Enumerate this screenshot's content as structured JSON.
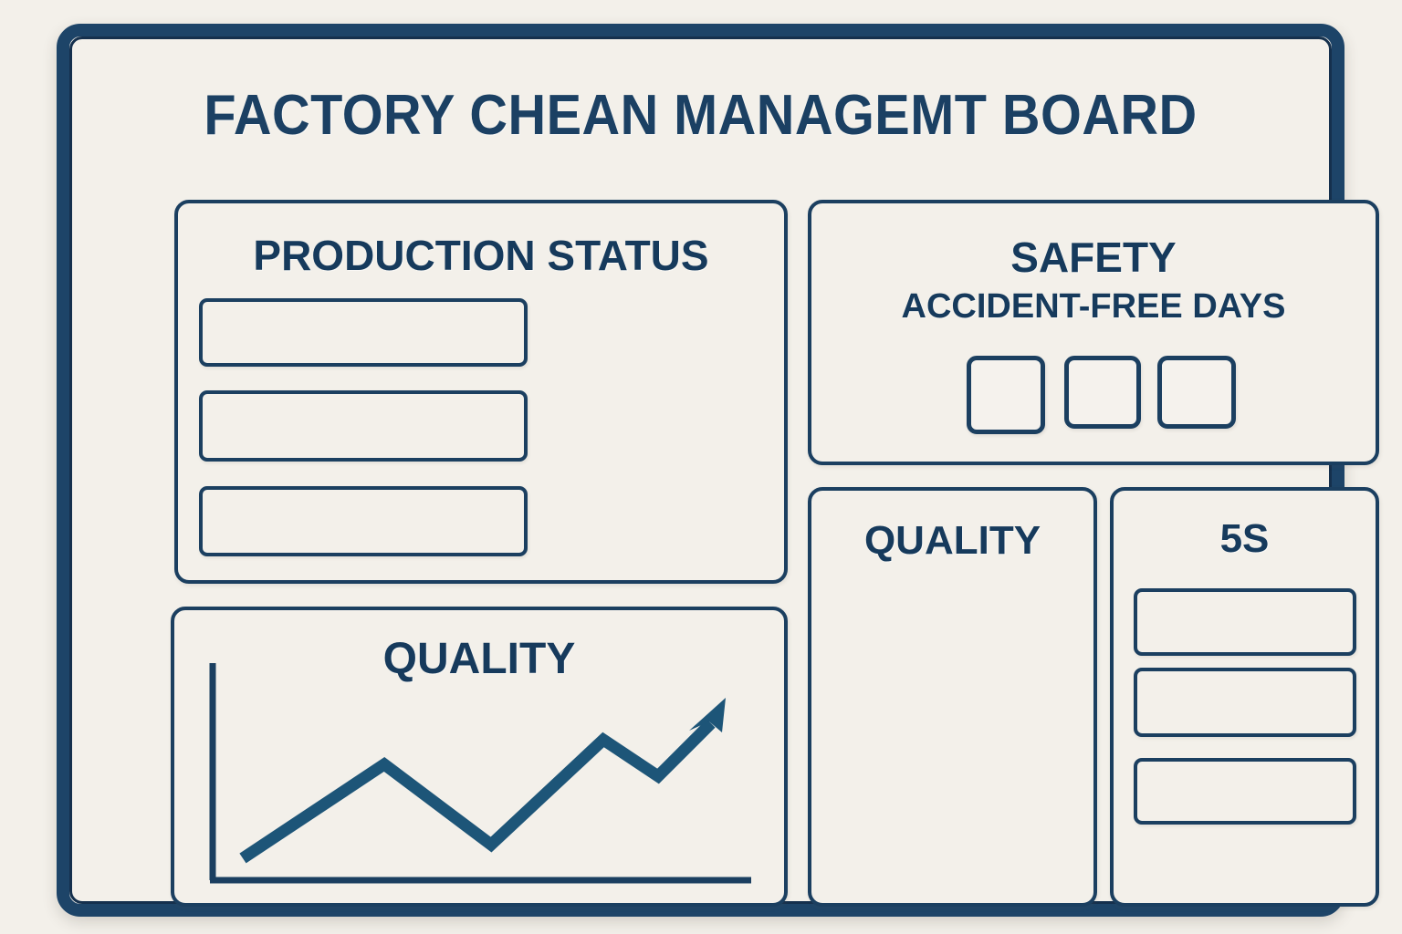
{
  "board": {
    "title": "FACTORY CHEAN MANAGEMT BOARD",
    "frame_color": "#1d4468",
    "accent_color": "#1b4063",
    "background_color": "#f3f0ea"
  },
  "panels": {
    "production": {
      "heading": "PRODUCTION STATUS",
      "slots": [
        {
          "label": ""
        },
        {
          "label": ""
        },
        {
          "label": ""
        }
      ]
    },
    "safety": {
      "heading": "SAFETY",
      "subheading": "ACCIDENT-FREE DAYS",
      "day_boxes": [
        {
          "digit": ""
        },
        {
          "digit": ""
        },
        {
          "digit": ""
        }
      ]
    },
    "quality_trend": {
      "heading": "QUALITY"
    },
    "quality": {
      "heading": "QUALITY"
    },
    "five_s": {
      "heading": "5S",
      "slots": [
        {
          "label": ""
        },
        {
          "label": ""
        },
        {
          "label": ""
        }
      ]
    }
  },
  "chart_data": {
    "type": "line",
    "title": "QUALITY",
    "xlabel": "",
    "ylabel": "",
    "x": [
      0,
      1,
      2,
      3,
      4,
      5
    ],
    "values": [
      12,
      54,
      18,
      73,
      57,
      92
    ],
    "xlim": [
      0,
      5.4
    ],
    "ylim": [
      0,
      100
    ],
    "grid": false,
    "legend": "none",
    "annotations": [
      "up-arrow at series end"
    ],
    "series_color": "#1d5578",
    "axis_color": "#1b3f60"
  }
}
